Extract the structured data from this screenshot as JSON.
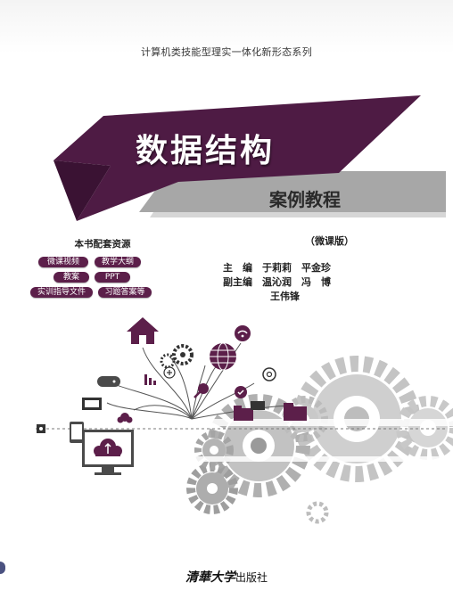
{
  "cover": {
    "series": "计算机类技能型理实一体化新形态系列",
    "title": "数据结构",
    "subtitle": "案例教程",
    "resources": {
      "title": "本书配套资源",
      "tags": [
        "微课视频",
        "教学大纲",
        "教案",
        "PPT",
        "实训指导文件",
        "习题答案等"
      ]
    },
    "edition": "（微课版）",
    "authors": {
      "line1": "主　编　于莉莉　平金珍",
      "line2": "副主编　温沁润　冯　博",
      "line3": "王伟锋"
    },
    "publisher": {
      "calligraphy": "清華大学",
      "suffix": "出版社"
    },
    "colors": {
      "purple": "#4e1b44",
      "tag_purple": "#5c1f4a",
      "gray_band": "#a6a6a6",
      "gear_gray": "#b8b8b8"
    }
  }
}
